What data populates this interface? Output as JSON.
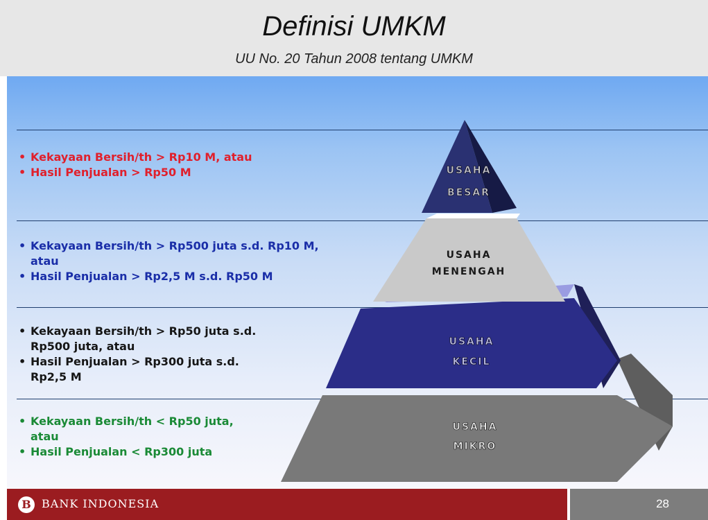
{
  "slide": {
    "title": "Definisi UMKM",
    "subtitle": "UU No. 20 Tahun 2008 tentang UMKM"
  },
  "tiers": [
    {
      "label_line1": "USAHA",
      "label_line2": "BESAR",
      "bullets": [
        "Kekayaan Bersih/th  > Rp10 M, atau",
        "Hasil Penjualan  > Rp50 M"
      ],
      "text_color": "#e0202c"
    },
    {
      "label_line1": "USAHA",
      "label_line2": "MENENGAH",
      "bullets": [
        "Kekayaan Bersih/th  > Rp500 juta s.d. Rp10 M, atau",
        "Hasil Penjualan  > Rp2,5 M s.d. Rp50 M"
      ],
      "text_color": "#1a2ea8"
    },
    {
      "label_line1": "USAHA",
      "label_line2": "KECIL",
      "bullets": [
        "Kekayaan Bersih/th  > Rp50 juta s.d. Rp500 juta, atau",
        "Hasil Penjualan  > Rp300 juta s.d. Rp2,5 M"
      ],
      "text_color": "#161616"
    },
    {
      "label_line1": "USAHA",
      "label_line2": "MIKRO",
      "bullets": [
        "Kekayaan Bersih/th  < Rp50 juta, atau",
        "Hasil Penjualan  < Rp300 juta"
      ],
      "text_color": "#1a8a36"
    }
  ],
  "footer": {
    "logo_icon": "bank-indonesia-logo-icon",
    "bank_name": "BANK INDONESIA",
    "page_number": "28"
  },
  "colors": {
    "footer_red": "#9b1c20",
    "tier_besar": "#232a6b",
    "tier_menengah": "#c8c8c8",
    "tier_kecil": "#2a2c86",
    "tier_mikro": "#777777"
  }
}
